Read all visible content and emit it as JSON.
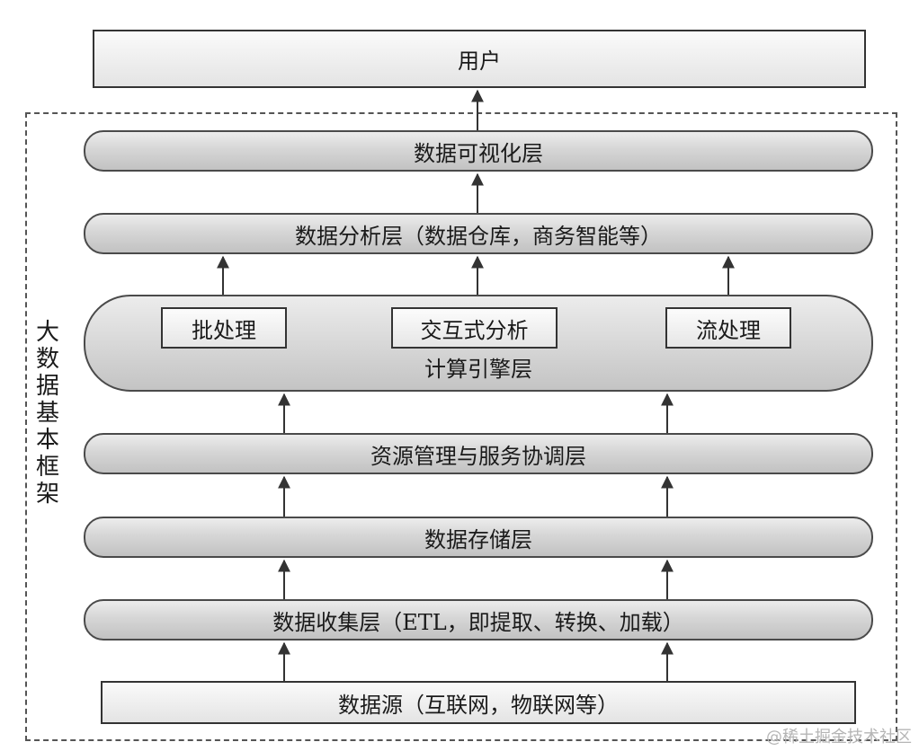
{
  "framework_label": "大数据基本框架",
  "user": "用户",
  "layers": {
    "visualization": "数据可视化层",
    "analysis": "数据分析层（数据仓库，商务智能等）",
    "engine": "计算引擎层",
    "resource": "资源管理与服务协调层",
    "storage": "数据存储层",
    "collection": "数据收集层（ETL，即提取、转换、加载）"
  },
  "engine_modes": {
    "batch": "批处理",
    "interactive": "交互式分析",
    "stream": "流处理"
  },
  "source": "数据源（互联网，物联网等）",
  "watermark": "@稀土掘金技术社区"
}
